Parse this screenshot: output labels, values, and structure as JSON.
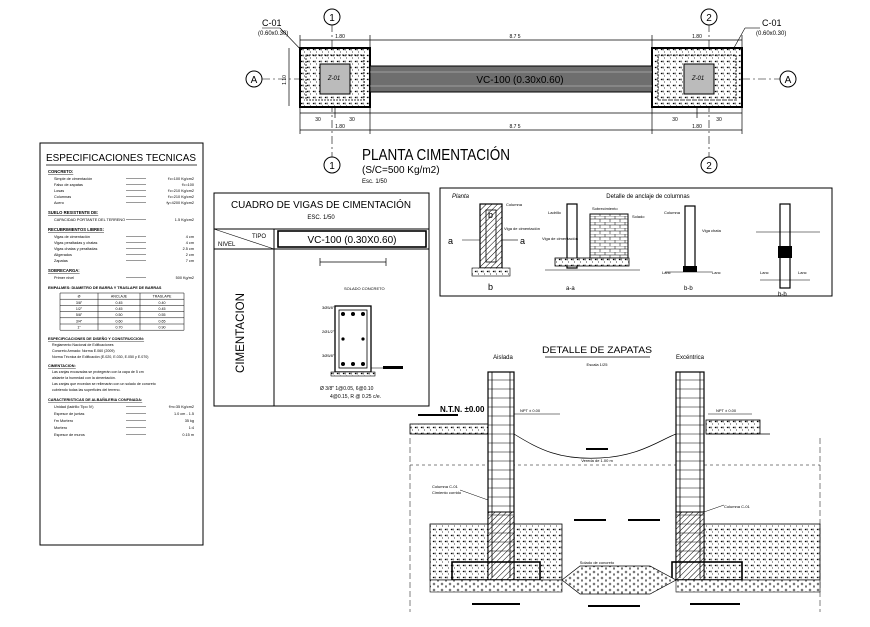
{
  "plan": {
    "col_left": {
      "axis": "1",
      "tag": "C-01",
      "tag_sub": "(0.60x0.30)"
    },
    "col_right": {
      "axis": "2",
      "tag": "C-01",
      "tag_sub": "(0.60x0.30)"
    },
    "axis_a": "A",
    "dim_top": [
      "1.80",
      "8.7 5",
      "1.80"
    ],
    "dim_bottom": [
      "1.80",
      "8.7 5",
      "1.80"
    ],
    "dim_small": [
      "30",
      "30",
      "30",
      "30"
    ],
    "dim_side": "1.10",
    "beam_label": "VC-100 (0.30x0.60)",
    "footing_label": "Z-01",
    "title": "PLANTA CIMENTACIÓN",
    "subtitle": "(S/C=500 Kg/m2)",
    "scale": "Esc. 1/50"
  },
  "specs": {
    "title": "ESPECIFICACIONES TECNICAS",
    "concreto": {
      "heading": "CONCRETO:",
      "rows": [
        [
          "Simple de cimentación",
          "f'c=100 Kg/cm2"
        ],
        [
          "Falso de zapatas",
          "f'c=100"
        ],
        [
          "Losas",
          "f'c=210 Kg/cm2"
        ],
        [
          "Columnas",
          "f'c=210 Kg/cm2"
        ],
        [
          "Acero",
          "fy=4200 Kg/cm2"
        ]
      ]
    },
    "suelo": {
      "heading": "SUELO RESISTENTE DE:",
      "rows": [
        [
          "CAPACIDAD PORTANTE DEL TERRENO",
          "1.5 Kg/cm2"
        ]
      ]
    },
    "recubrimientos": {
      "heading": "RECUBRIMIENTOS LIBRES:",
      "rows": [
        [
          "Vigas de cimentación",
          "4 cm"
        ],
        [
          "Vigas peraltadas y chatas",
          "4 cm"
        ],
        [
          "Vigas chatas y peraltadas",
          "2.5 cm"
        ],
        [
          "Aligerados",
          "2 cm"
        ],
        [
          "Zapatas",
          "7 cm"
        ]
      ]
    },
    "sobrecarga": {
      "heading": "SOBRECARGA:",
      "rows": [
        [
          "Primer nivel",
          "500 Kg/m2"
        ]
      ]
    },
    "empalmes": {
      "heading": "EMPALMES: DIAMETRO DE BARRA Y TRASLAPE DE BARRAS",
      "headers": [
        "Ø",
        "ANCLAJE",
        "TRASLAPE"
      ],
      "rows": [
        [
          "3/8\"",
          "0.45",
          "0.40"
        ],
        [
          "1/2\"",
          "0.45",
          "0.45"
        ],
        [
          "5/8\"",
          "0.50",
          "0.55"
        ],
        [
          "3/4\"",
          "0.60",
          "0.65"
        ],
        [
          "1\"",
          "0.70",
          "0.90"
        ]
      ]
    },
    "normas": {
      "heading": "ESPECIFICACIONES DE DISEÑO Y CONSTRUCCION:",
      "lines": [
        "Reglamento Nacional de Edificaciones",
        "Concreto Armado: Norma E.060 (2009)",
        "Norma Técnica de Edificación (E.020, E.030, E.050 y E.070)"
      ]
    },
    "cimentacion": {
      "heading": "CIMENTACION:",
      "lines": [
        "Las zanjas excavadas se protegerán con la capa de 5 cm",
        "aislante la humedad con la cimentación.",
        "Las zanjas que excedan se rellenarán con un solado de concreto",
        "cubriendo todas las superficies del terreno."
      ]
    },
    "albanileria": {
      "heading": "CARACTERISTICAS DE ALBAÑILERIA CONFINADA:",
      "rows": [
        [
          "Unidad (ladrillo Tipo IV)",
          "f'm=35 Kg/cm2"
        ],
        [
          "Espesor de juntas",
          "1.0 cm - 1.5"
        ],
        [
          "f'm Mortero",
          "35 kg"
        ],
        [
          "Mortero",
          "1:4"
        ],
        [
          "Espesor de muros",
          "0.15 m"
        ]
      ]
    }
  },
  "beams": {
    "title": "CUADRO DE VIGAS DE CIMENTACIÓN",
    "scale": "ESC. 1/50",
    "nivel_label": "NIVEL",
    "tipo_label": "TIPO",
    "tipo_value": "VC-100 (0.30X0.60)",
    "row_label": "CIMENTACION",
    "solado": "SOLADO CONCRETO",
    "bars_top": "3Ø5/8\"",
    "bars_mid": "2Ø1/2\"",
    "bars_bot": "3Ø5/8\"",
    "stirrup": "Ø 3/8\" 1@0.05, 6@0.10",
    "stirrup2": "4@0.15, R @ 0.25 c/e."
  },
  "column_detail": {
    "title": "Detalle de anclaje de columnas",
    "plan_label": "Planta",
    "labels": [
      "Columna",
      "Viga de cimentación",
      "Ladrillo",
      "Sobrecimiento",
      "Viga de cimentación",
      "Solado",
      "Columna",
      "Viga chata"
    ],
    "sections": [
      "a-a",
      "b-b",
      "b-b"
    ],
    "section_marks": [
      "a",
      "a",
      "b",
      "b"
    ],
    "lanc": "Lanc"
  },
  "footings": {
    "title": "DETALLE DE ZAPATAS",
    "scale": "Escala 1/25",
    "isolated": "Aislada",
    "eccentric": "Excéntrica",
    "npt": "NPT ± 0.00",
    "nivel_label": "N.T.N. ±0.00",
    "vereda": "Vereda de 1.00 m",
    "columna": "Columna C-01",
    "columna2": "Columna C-01",
    "cimiento": "Cimiento corrido",
    "solado": "Solado de concreto"
  }
}
